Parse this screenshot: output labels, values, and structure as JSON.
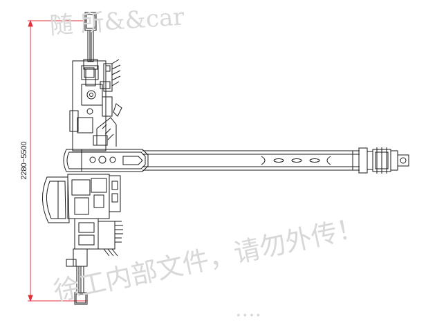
{
  "drawing": {
    "dimension_label": "2280~5500",
    "colors": {
      "line": "#1a1a1a",
      "dimension": "#e0303a",
      "watermark": "#d8d8d8"
    }
  },
  "watermarks": {
    "top": "随 所&&car",
    "bottom": "徐工内部文件，请勿外传！",
    "bottom_trail": "...."
  }
}
